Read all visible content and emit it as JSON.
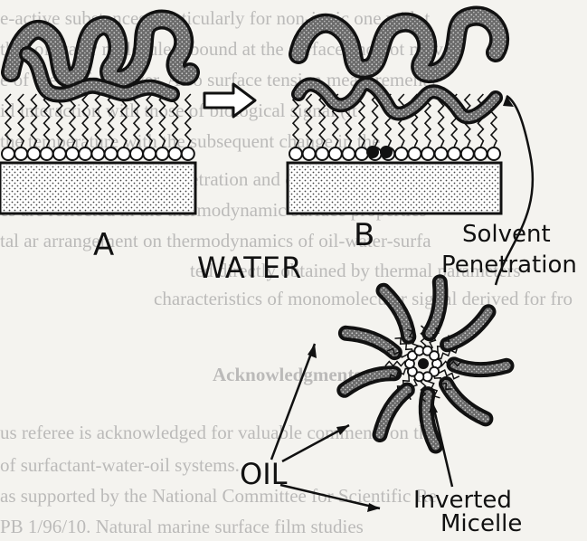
{
  "labels": {
    "a": "A",
    "b": "B",
    "water": "WATER",
    "solvent": "Solvent",
    "penetration": "Penetration",
    "oil": "OIL",
    "inverted": "Inverted",
    "micelle": "Micelle"
  },
  "background_text": [
    "e-active substances (particularly for non-ionic one with t",
    "ther of water molecules) bound at the surface and not mov",
    "e of the surface layer. Also surface tension measurements",
    "id interaction with those of biological signal (it",
    "the temperature with the subsequent change in the",
    "degree of solvent penetration and consequently also in",
    "es are reflected in the thermodynamic surface properties",
    "tal ar arrangement on thermodynamics of oil-water-surfa",
    "ted directly obtained by thermal parameters",
    "characteristics of monomolecular signal derived for fro",
    "Acknowledgments",
    "us referee is acknowledged for valuable comments on the",
    "of surfactant-water-oil systems.",
    "as supported by the National Committee for Scientific Re",
    "PB 1/96/10. Natural marine surface film studies"
  ]
}
